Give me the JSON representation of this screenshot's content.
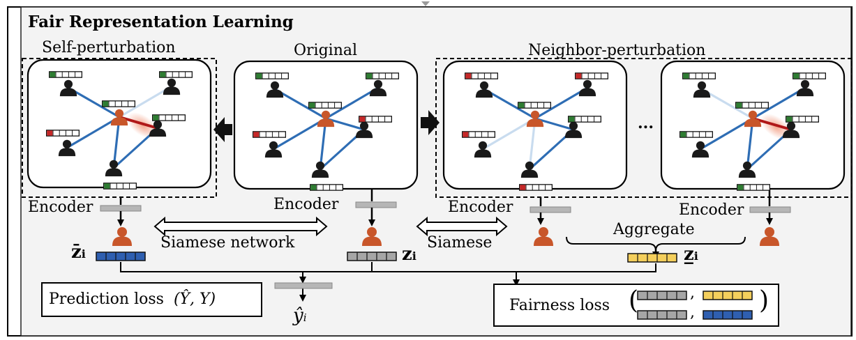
{
  "title": "Fair Representation Learning",
  "panels": {
    "self": "Self-perturbation",
    "original": "Original",
    "neighbor": "Neighbor-perturbation"
  },
  "encoder_label": "Encoder",
  "ellipsis": "...",
  "siamese_network": "Siamese network",
  "siamese": "Siamese",
  "aggregate": "Aggregate",
  "z_bar": "z̄",
  "z_sub": "i",
  "z": "z",
  "z_under": "z̲",
  "prediction_loss": "Prediction loss",
  "prediction_args": "(Ŷ, Y)",
  "y_hat": "ŷ",
  "fairness_loss": "Fairness loss",
  "comma": ",",
  "colors": {
    "user_orange": "#c8562a",
    "user_black": "#1a1a1a",
    "edge_blue": "#2e6db4",
    "edge_faint": "#c9dcef",
    "perturbed_red": "#b01818",
    "attr_green": "#2e7d32",
    "attr_red": "#c62828",
    "emb_blue": "#2f5fb0",
    "emb_gray": "#a6a6a6",
    "emb_yellow": "#f4cf5c"
  }
}
